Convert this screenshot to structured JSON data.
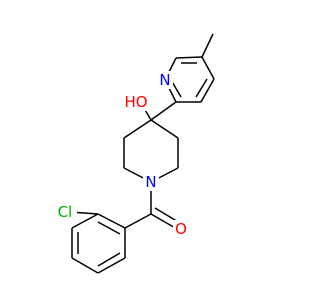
{
  "molecule": {
    "atoms": {
      "n_pyridine": {
        "label": "N",
        "color": "#0000ff"
      },
      "oh": {
        "label": "HO",
        "color": "#ff0000"
      },
      "n_piperidine": {
        "label": "N",
        "color": "#0000ff"
      },
      "o_carbonyl": {
        "label": "O",
        "color": "#ff0000"
      },
      "cl": {
        "label": "Cl",
        "color": "#00b000"
      }
    },
    "bond_color": "#000000"
  }
}
